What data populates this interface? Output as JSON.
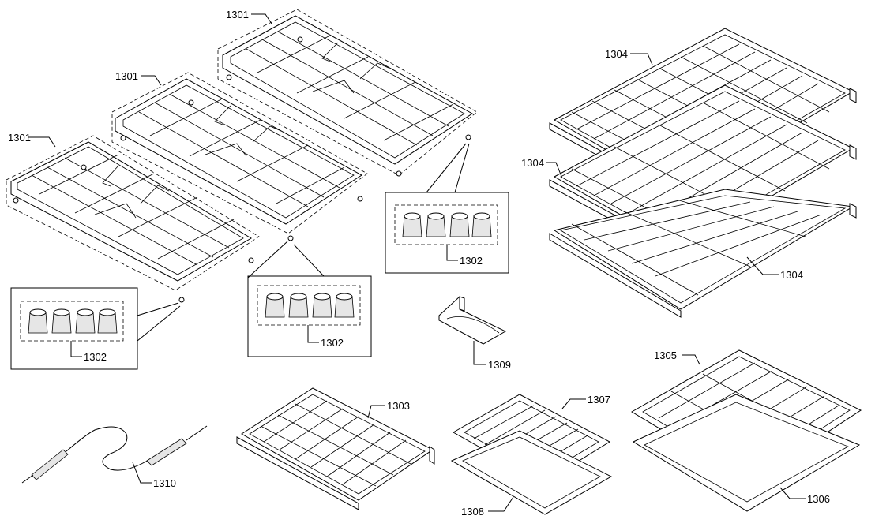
{
  "labels": {
    "grate_left": "1301",
    "grate_mid": "1301",
    "grate_right": "1301",
    "feet_left": "1302",
    "feet_mid": "1302",
    "feet_right": "1302",
    "rack_small": "1303",
    "rack_top": "1304",
    "rack_mid": "1304",
    "rack_bottom": "1304",
    "broil_pan_large": "1305",
    "broil_tray_large": "1306",
    "broil_pan_small": "1307",
    "broil_tray_small": "1308",
    "bracket": "1309",
    "probe": "1310"
  }
}
